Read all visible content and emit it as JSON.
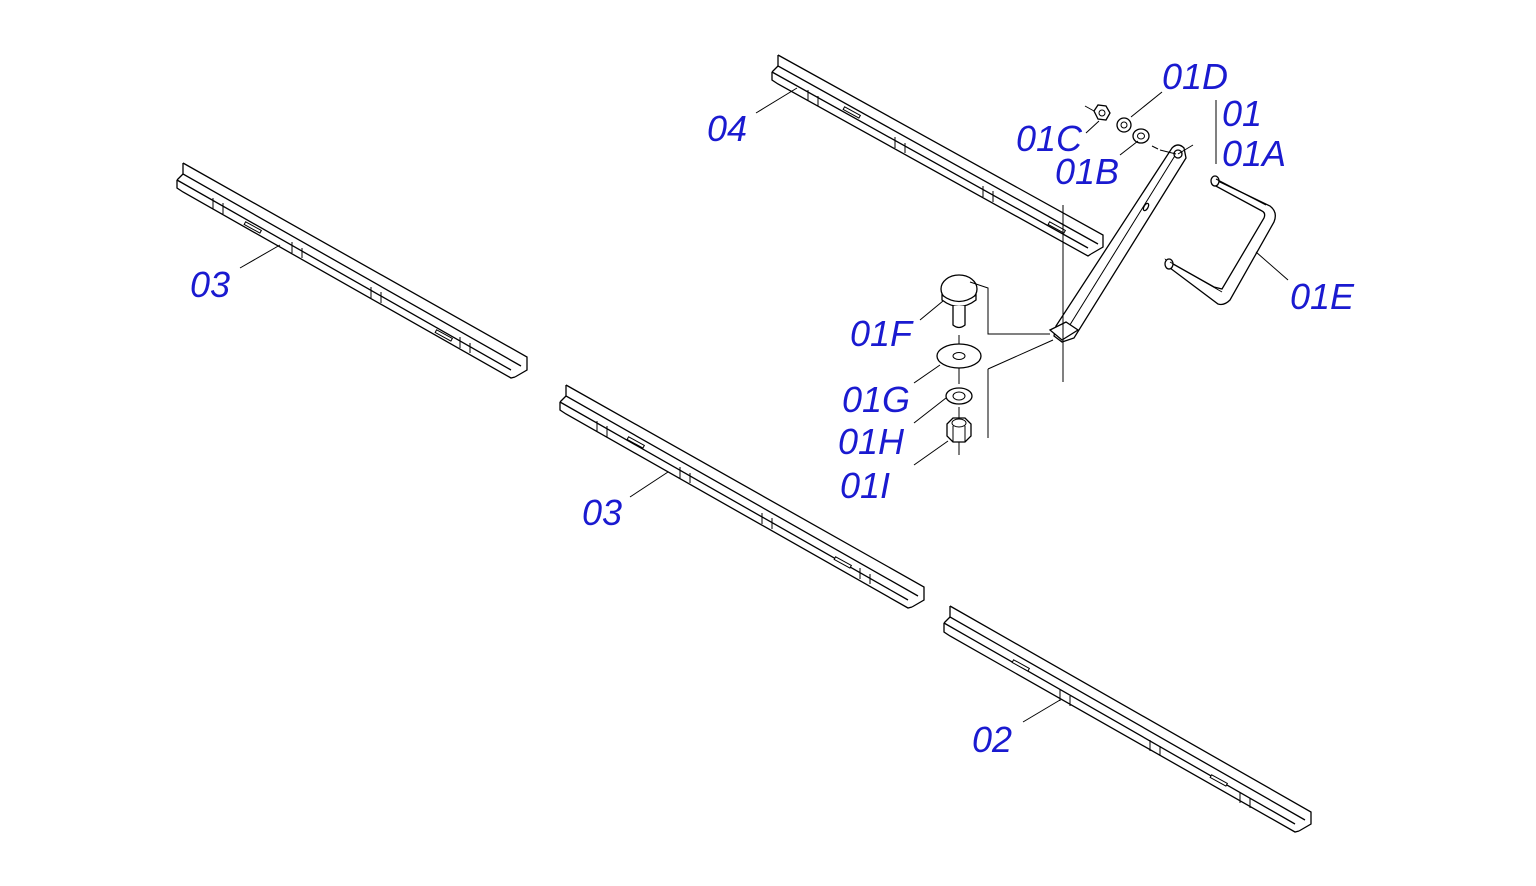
{
  "labels": {
    "rail_04": "04",
    "rail_03_left": "03",
    "rail_03_center": "03",
    "rail_02": "02",
    "p01": "01",
    "p01A": "01A",
    "p01B": "01B",
    "p01C": "01C",
    "p01D": "01D",
    "p01E": "01E",
    "p01F": "01F",
    "p01G": "01G",
    "p01H": "01H",
    "p01I": "01I"
  },
  "colors": {
    "label": "#1a1ad0",
    "line": "#000000",
    "background": "#ffffff"
  }
}
